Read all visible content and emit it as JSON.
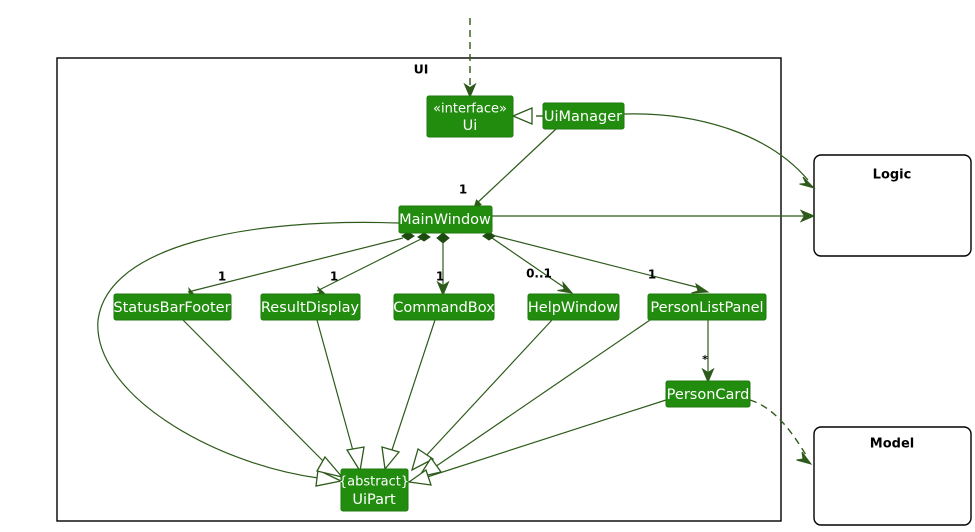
{
  "diagram": {
    "type": "uml-class-diagram",
    "background": "#ffffff",
    "class_fill": "#218C0E",
    "class_text": "#ffffff",
    "edge_color": "#2d5b1b",
    "package": {
      "name": "UI"
    },
    "classes": {
      "ui_interface": {
        "stereotype": "«interface»",
        "name": "Ui"
      },
      "ui_manager": {
        "name": "UiManager"
      },
      "main_window": {
        "name": "MainWindow"
      },
      "status_bar_footer": {
        "name": "StatusBarFooter"
      },
      "result_display": {
        "name": "ResultDisplay"
      },
      "command_box": {
        "name": "CommandBox"
      },
      "help_window": {
        "name": "HelpWindow"
      },
      "person_list_panel": {
        "name": "PersonListPanel"
      },
      "person_card": {
        "name": "PersonCard"
      },
      "ui_part": {
        "stereotype": "{abstract}",
        "name": "UiPart"
      }
    },
    "external_packages": {
      "logic": {
        "name": "Logic"
      },
      "model": {
        "name": "Model"
      }
    },
    "multiplicities": {
      "main_window": "1",
      "status_bar_footer": "1",
      "result_display": "1",
      "command_box": "1",
      "help_window": "0..1",
      "person_list_panel": "1",
      "person_card": "*"
    }
  }
}
